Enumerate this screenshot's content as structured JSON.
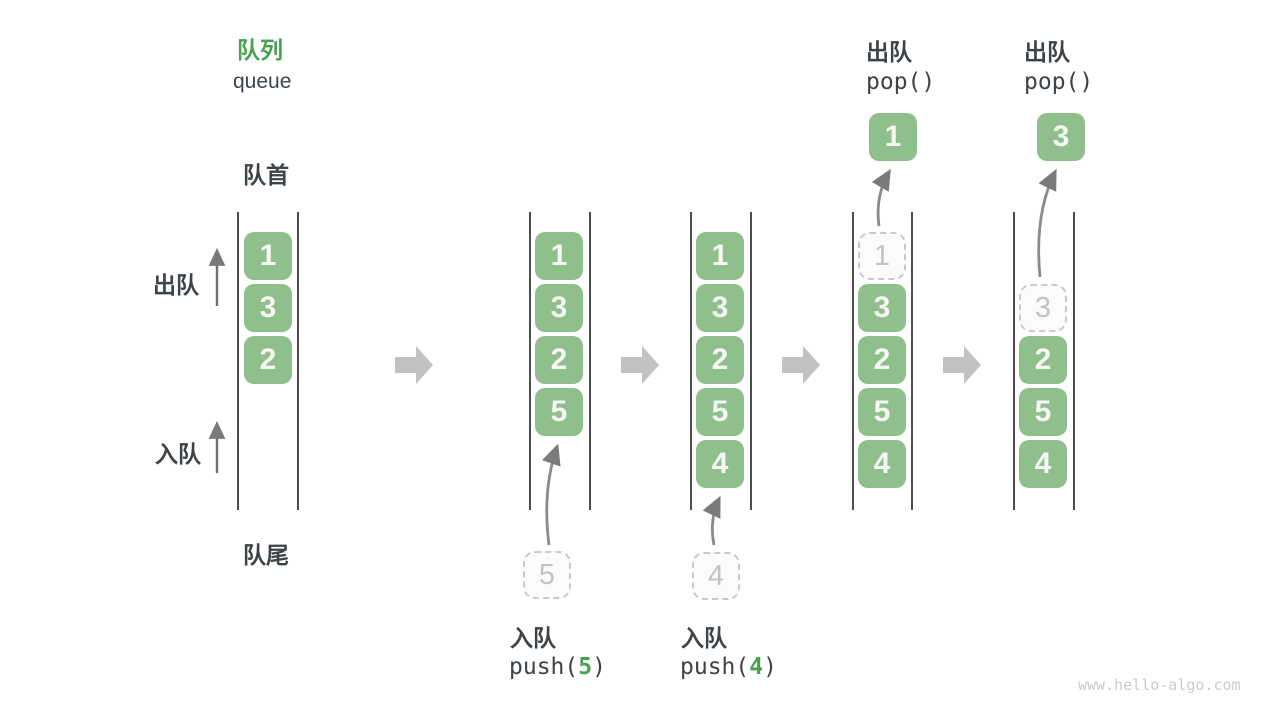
{
  "header": {
    "title_zh": "队列",
    "title_en": "queue"
  },
  "side_labels": {
    "front": "队首",
    "rear": "队尾",
    "dequeue": "出队",
    "enqueue": "入队"
  },
  "ops": {
    "push1": {
      "label": "入队",
      "code_pre": "push(",
      "arg": "5",
      "code_post": ")",
      "staged_value": "5"
    },
    "push2": {
      "label": "入队",
      "code_pre": "push(",
      "arg": "4",
      "code_post": ")",
      "staged_value": "4"
    },
    "pop1": {
      "label": "出队",
      "code": "pop()",
      "result": "1"
    },
    "pop2": {
      "label": "出队",
      "code": "pop()",
      "result": "3"
    }
  },
  "columns": [
    {
      "boxes": [
        {
          "value": "1"
        },
        {
          "value": "3"
        },
        {
          "value": "2"
        }
      ]
    },
    {
      "boxes": [
        {
          "value": "1"
        },
        {
          "value": "3"
        },
        {
          "value": "2"
        },
        {
          "value": "5"
        }
      ]
    },
    {
      "boxes": [
        {
          "value": "1"
        },
        {
          "value": "3"
        },
        {
          "value": "2"
        },
        {
          "value": "5"
        },
        {
          "value": "4"
        }
      ]
    },
    {
      "boxes": [
        {
          "value": "1",
          "dashed": true
        },
        {
          "value": "3"
        },
        {
          "value": "2"
        },
        {
          "value": "5"
        },
        {
          "value": "4"
        }
      ]
    },
    {
      "boxes": [
        {
          "value": "3",
          "dashed": true
        },
        {
          "value": "2"
        },
        {
          "value": "5"
        },
        {
          "value": "4"
        }
      ]
    }
  ],
  "watermark": "www.hello-algo.com",
  "colors": {
    "accent_green": "#46a24f",
    "box_green": "#8fc08c",
    "box_text": "#f6f9f3",
    "text_dark": "#3e4347",
    "block_arrow_gray": "#c2c2c2",
    "thin_arrow_gray": "#7a7a7a",
    "wall_line_gray": "#4e4e4e",
    "dashed_gray": "#c9c9c9",
    "watermark_gray": "#cbcbcb"
  }
}
